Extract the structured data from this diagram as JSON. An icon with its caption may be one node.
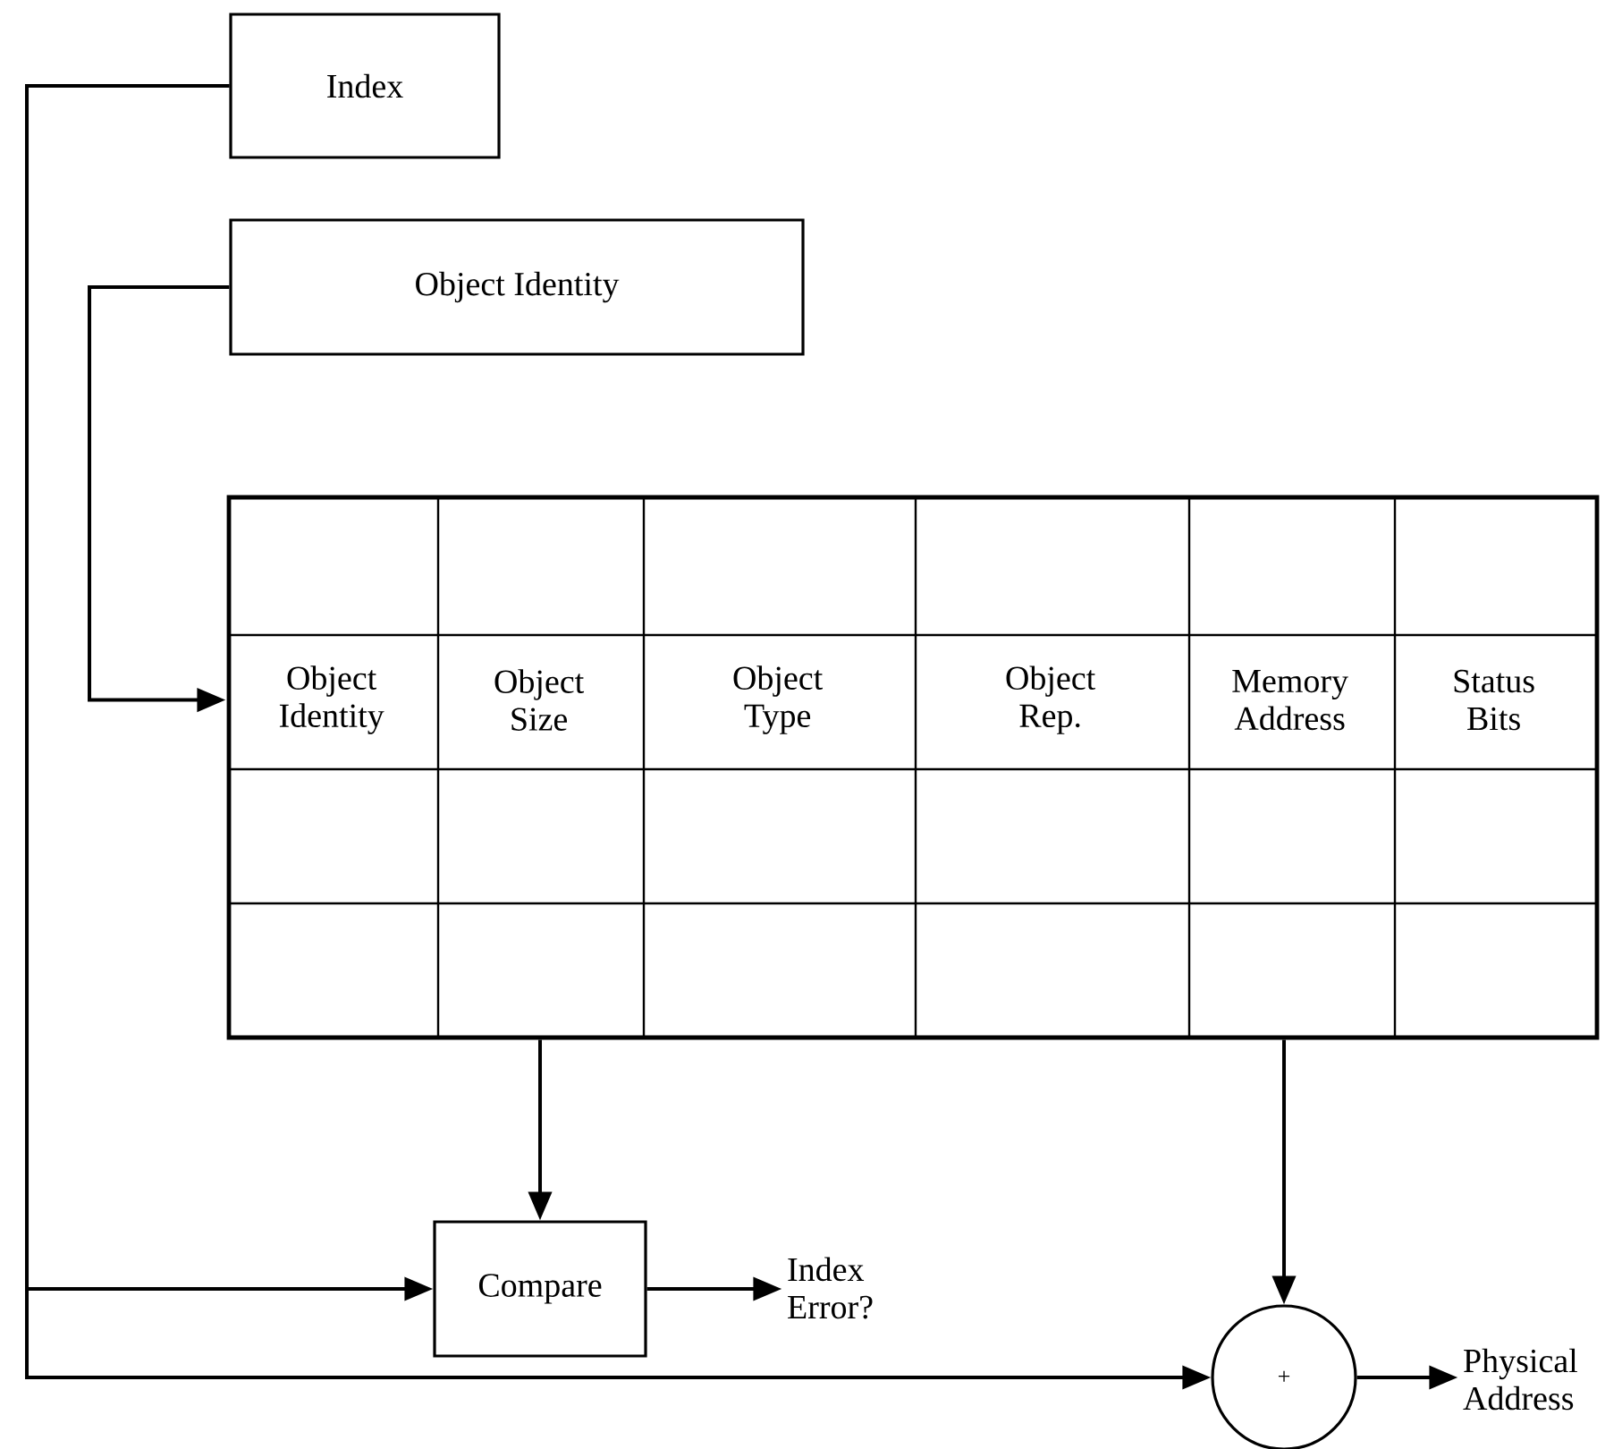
{
  "diagram": {
    "nodes": [
      {
        "text": [
          "Index"
        ]
      },
      {
        "text": [
          "Object Identity"
        ]
      },
      {
        "text": [],
        "shape": "box"
      },
      {
        "text": [
          "Object Identity"
        ],
        "in": 2
      },
      {
        "text": [
          "Object Size"
        ],
        "in": 2
      },
      {
        "text": [
          "Object Type"
        ],
        "in": 2
      },
      {
        "text": [
          "Object Rep."
        ],
        "in": 2
      },
      {
        "text": [
          "Memory Address"
        ],
        "in": 2
      },
      {
        "text": [
          "Status Bits"
        ],
        "in": 2
      },
      {
        "text": [
          "Compare"
        ]
      },
      {
        "text": [
          "Index Error?"
        ]
      },
      {
        "text": [
          "+"
        ]
      },
      {
        "text": [
          "Physical Address"
        ]
      }
    ],
    "edges": [
      {
        "from": 0,
        "to": 9,
        "arrow": "to"
      },
      {
        "from": 0,
        "to": 11,
        "arrow": "to"
      },
      {
        "from": 1,
        "to": 3,
        "arrow": "to"
      },
      {
        "from": 2,
        "to": 9,
        "arrow": "to"
      },
      {
        "from": 2,
        "to": 11,
        "arrow": "to"
      },
      {
        "from": 9,
        "to": 10,
        "arrow": "to"
      },
      {
        "from": 11,
        "to": 12,
        "arrow": "to"
      }
    ]
  }
}
